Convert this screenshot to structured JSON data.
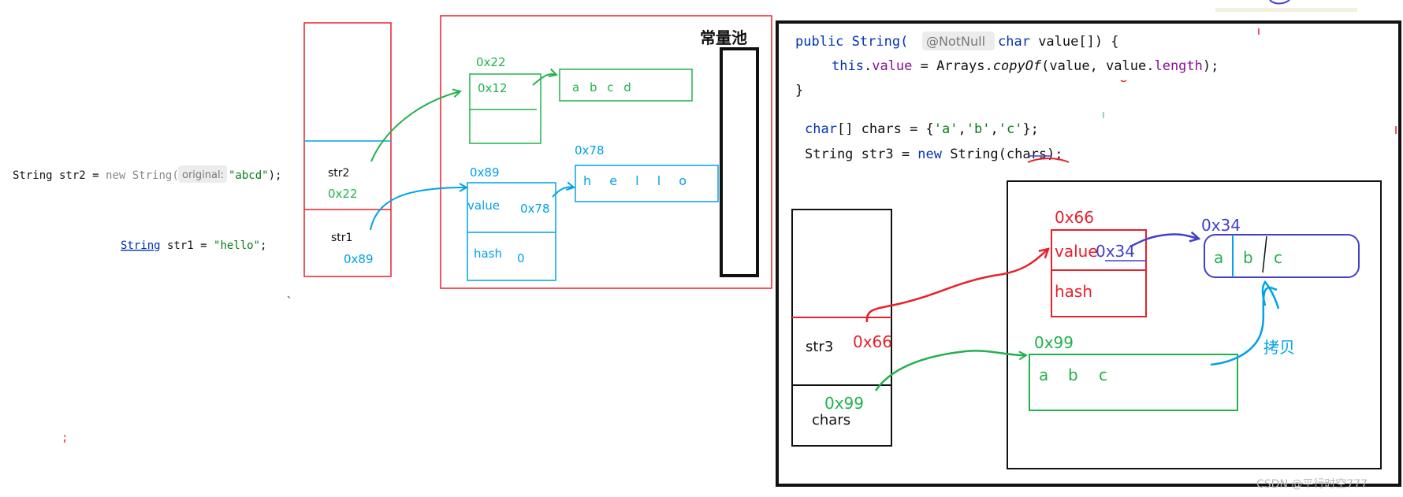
{
  "colors": {
    "red": "#e8202a",
    "green": "#22b14c",
    "blue": "#00a2e8",
    "purple": "#4040cc",
    "black": "#111111",
    "keyword": "#0033b3",
    "string_literal": "#067d17",
    "field": "#871094",
    "hint_bg": "#ececec",
    "hint_fg": "#787878"
  },
  "left_code": {
    "str2_prefix": "String str2 = ",
    "str2_new": "new",
    "str2_type": " String(",
    "str2_hint": "original:",
    "str2_arg": "\"abcd\"",
    "str2_suffix": ");",
    "str1_type": "String",
    "str1_rest": " str1 = ",
    "str1_arg": "\"hello\"",
    "str1_suffix": ";",
    "stray_semicolon": ";",
    "stray_mark": "、"
  },
  "stack_left": {
    "str2_label": "str2",
    "str2_addr": "0x22",
    "str1_label": "str1",
    "str1_addr": "0x89"
  },
  "heap_left": {
    "constant_pool_label": "常量池",
    "obj_22_addr": "0x22",
    "obj_22_value": "0x12",
    "arr_abcd": "a b c d",
    "obj_89_addr": "0x89",
    "obj_89_value_label": "value",
    "obj_89_value": "0x78",
    "obj_89_hash_label": "hash",
    "obj_89_hash": "0",
    "arr_78_addr": "0x78",
    "arr_hello": "h e l l o"
  },
  "right_code": {
    "line1_public": "public",
    "line1_type": " String(",
    "line1_annot": "@NotNull",
    "line1_char": "char",
    "line1_rest": " value[]) {",
    "line2_this": "this",
    "line2_dot": ".",
    "line2_value": "value",
    "line2_eq": " = Arrays.",
    "line2_copy": "copyOf",
    "line2_args": "(value, value.",
    "line2_length": "length",
    "line2_end": ");",
    "line3": "}",
    "line4_char": "char",
    "line4_rest": "[] chars = {",
    "line4_a": "'a'",
    "line4_b": "'b'",
    "line4_c": "'c'",
    "line4_end": "};",
    "line5_type": "String str3 = ",
    "line5_new": "new",
    "line5_rest": " String(chars);"
  },
  "stack_right": {
    "str3_label": "str3",
    "str3_addr": "0x66",
    "chars_addr": "0x99",
    "chars_label": "chars"
  },
  "heap_right": {
    "obj_66_addr": "0x66",
    "obj_66_value_label": "value",
    "obj_66_value": "0x34",
    "obj_66_hash_label": "hash",
    "arr_34_addr": "0x34",
    "arr_34_items": [
      "a",
      "b",
      "c"
    ],
    "arr_99_addr": "0x99",
    "arr_99_items": [
      "a",
      "b",
      "c"
    ],
    "copy_label": "拷贝"
  },
  "watermark": "CSDN @平行时空777"
}
